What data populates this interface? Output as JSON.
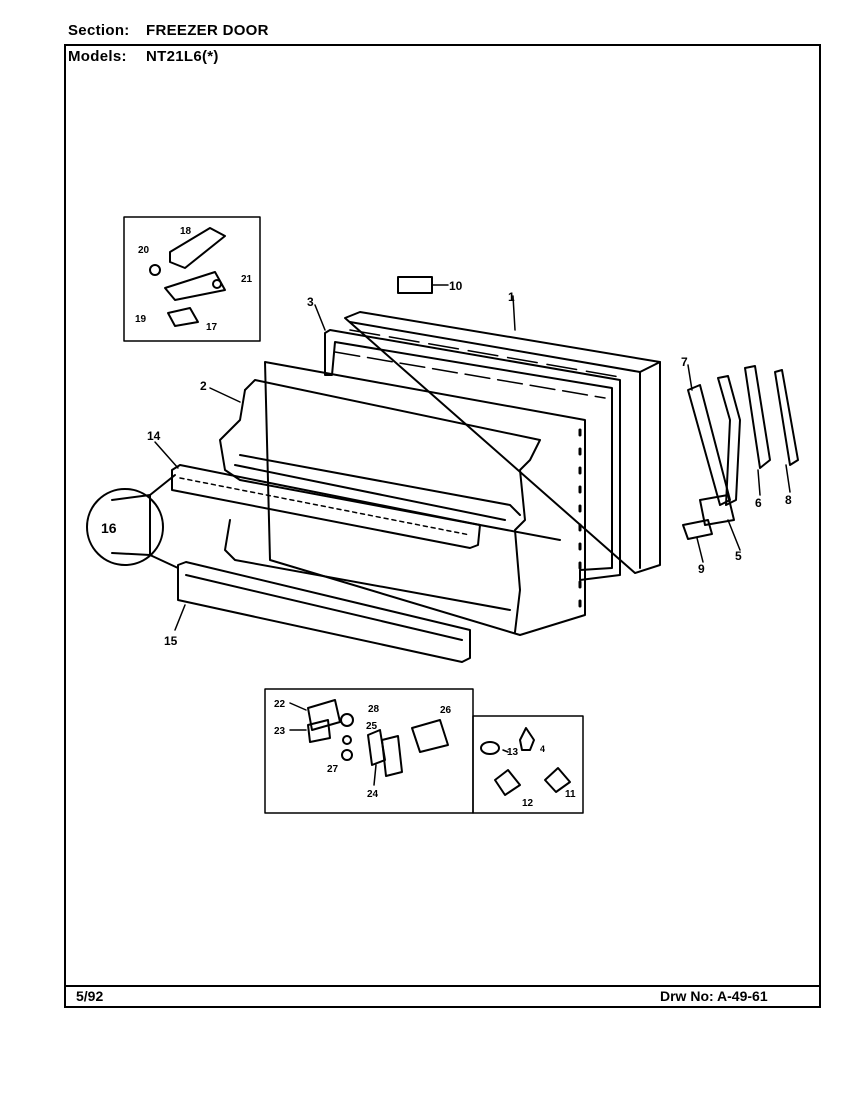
{
  "header": {
    "section_key": "Section:",
    "section_value": "FREEZER DOOR",
    "models_key": "Models:",
    "models_value": "NT21L6(*)"
  },
  "footer": {
    "date": "5/92",
    "drawing_number": "Drw No: A-49-61"
  },
  "callouts": {
    "p1": "1",
    "p2": "2",
    "p3": "3",
    "p4": "4",
    "p5": "5",
    "p6": "6",
    "p7": "7",
    "p8": "8",
    "p9": "9",
    "p10": "10",
    "p11": "11",
    "p12": "12",
    "p13": "13",
    "p14": "14",
    "p15": "15",
    "p16": "16",
    "p17": "17",
    "p18": "18",
    "p19": "19",
    "p20": "20",
    "p21": "21",
    "p22": "22",
    "p23": "23",
    "p24": "24",
    "p25": "25",
    "p26": "26",
    "p27": "27",
    "p28": "28"
  }
}
